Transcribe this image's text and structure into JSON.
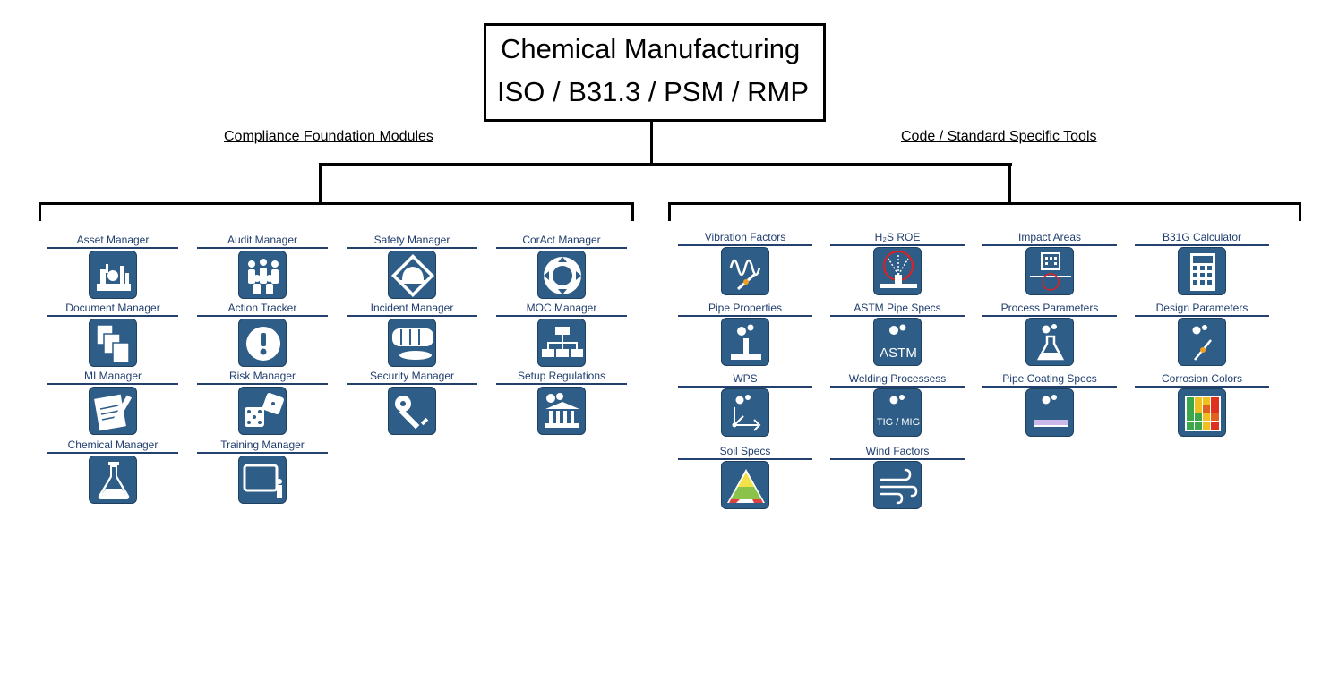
{
  "title": {
    "line1": "Chemical Manufacturing",
    "line2": "ISO / B31.3 / PSM / RMP"
  },
  "left_section": {
    "heading": "Compliance Foundation Modules",
    "modules": [
      {
        "label": "Asset Manager",
        "icon": "refinery-icon"
      },
      {
        "label": "Audit Manager",
        "icon": "people-group-icon"
      },
      {
        "label": "Safety Manager",
        "icon": "hard-hat-icon"
      },
      {
        "label": "CorAct Manager",
        "icon": "cycle-arrows-icon"
      },
      {
        "label": "Document Manager",
        "icon": "documents-icon"
      },
      {
        "label": "Action Tracker",
        "icon": "exclamation-icon"
      },
      {
        "label": "Incident Manager",
        "icon": "spill-icon"
      },
      {
        "label": "MOC Manager",
        "icon": "org-chart-icon"
      },
      {
        "label": "MI Manager",
        "icon": "notepad-pencil-icon"
      },
      {
        "label": "Risk Manager",
        "icon": "dice-icon"
      },
      {
        "label": "Security Manager",
        "icon": "key-icon"
      },
      {
        "label": "Setup Regulations",
        "icon": "gears-building-icon"
      },
      {
        "label": "Chemical Manager",
        "icon": "flask-icon"
      },
      {
        "label": "Training Manager",
        "icon": "presentation-icon"
      }
    ]
  },
  "right_section": {
    "heading": "Code / Standard Specific Tools",
    "tools": [
      {
        "label": "Vibration Factors",
        "icon": "wave-icon"
      },
      {
        "label": "H₂S ROE",
        "icon": "gas-release-icon"
      },
      {
        "label": "Impact Areas",
        "icon": "building-impact-icon"
      },
      {
        "label": "B31G Calculator",
        "icon": "calculator-icon"
      },
      {
        "label": "Pipe Properties",
        "icon": "gears-pipe-icon"
      },
      {
        "label": "ASTM Pipe Specs",
        "icon": "astm-icon",
        "icon_text": "ASTM"
      },
      {
        "label": "Process Parameters",
        "icon": "gears-flask-icon"
      },
      {
        "label": "Design Parameters",
        "icon": "gears-line-icon"
      },
      {
        "label": "WPS",
        "icon": "weld-axes-icon"
      },
      {
        "label": "Welding Processess",
        "icon": "tig-mig-icon",
        "icon_text": "TIG / MIG"
      },
      {
        "label": "Pipe Coating Specs",
        "icon": "gears-coating-icon"
      },
      {
        "label": "Corrosion Colors",
        "icon": "color-grid-icon"
      },
      {
        "label": "Soil Specs",
        "icon": "soil-triangle-icon"
      },
      {
        "label": "Wind Factors",
        "icon": "wind-icon"
      }
    ]
  },
  "colors": {
    "icon_bg": "#2e5d87",
    "label_text": "#1f3d6e",
    "rule": "#23416c"
  }
}
